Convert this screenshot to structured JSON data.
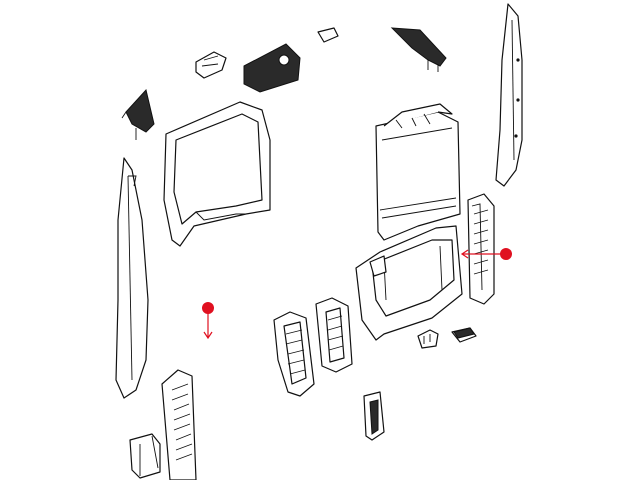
{
  "diagram": {
    "callouts": [
      {
        "name": "left-callout",
        "direction": "down"
      },
      {
        "name": "right-callout",
        "direction": "left"
      }
    ],
    "colors": {
      "line": "#111111",
      "callout": "#e01020",
      "background": "#ffffff"
    }
  }
}
